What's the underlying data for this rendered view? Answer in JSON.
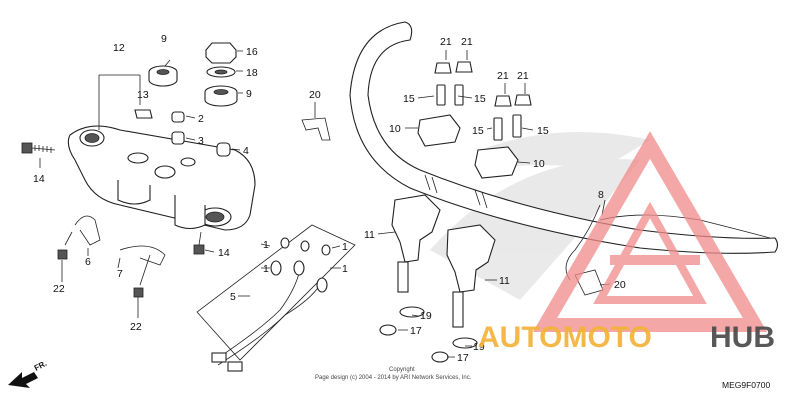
{
  "diagram": {
    "callouts": {
      "c12": "12",
      "c9a": "9",
      "c16": "16",
      "c18": "18",
      "c9b": "9",
      "c13": "13",
      "c2": "2",
      "c3": "3",
      "c4": "4",
      "c14a": "14",
      "c6": "6",
      "c22a": "22",
      "c7": "7",
      "c22b": "22",
      "c14b": "14",
      "c5": "5",
      "c1a": "1",
      "c1b": "1",
      "c1c": "1",
      "c1d": "1",
      "c20a": "20",
      "c21a": "21",
      "c21b": "21",
      "c21c": "21",
      "c21d": "21",
      "c15a": "15",
      "c15b": "15",
      "c15c": "15",
      "c15d": "15",
      "c10a": "10",
      "c10b": "10",
      "c11a": "11",
      "c11b": "11",
      "c8": "8",
      "c20b": "20",
      "c19a": "19",
      "c19b": "19",
      "c17a": "17",
      "c17b": "17"
    },
    "copyright_line1": "Copyright",
    "copyright_line2": "Page design (c) 2004 - 2014 by ARI Network Services, Inc.",
    "diagram_code": "MEG9F0700",
    "direction_label": "FR."
  },
  "watermark": {
    "brand_first": "AUTOMOTO",
    "brand_second": "HUB",
    "colors": {
      "triangle": "#f08a8a",
      "auto": "#f4b23a",
      "hub": "#4a4a4a"
    }
  }
}
